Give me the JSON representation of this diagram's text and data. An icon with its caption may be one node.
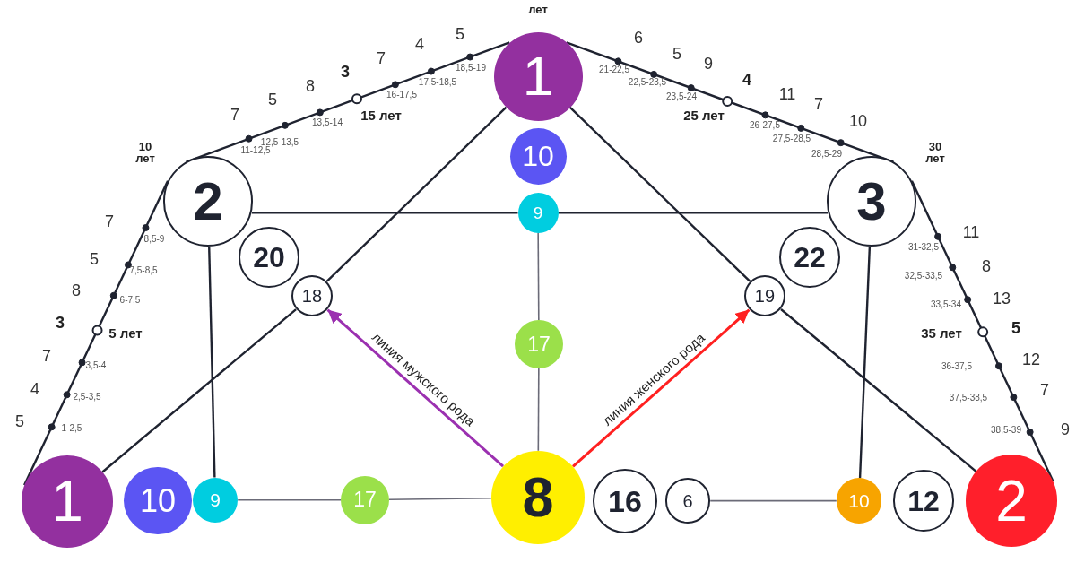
{
  "diagram": {
    "nodes": [
      {
        "text": [
          "1"
        ]
      },
      {
        "text": [
          "10"
        ]
      },
      {
        "text": [
          "9"
        ]
      },
      {
        "text": [
          "2"
        ]
      },
      {
        "text": [
          "3"
        ]
      },
      {
        "text": [
          "20"
        ]
      },
      {
        "text": [
          "22"
        ]
      },
      {
        "text": [
          "18"
        ]
      },
      {
        "text": [
          "19"
        ]
      },
      {
        "text": [
          "17"
        ]
      },
      {
        "text": [
          "1"
        ]
      },
      {
        "text": [
          "10"
        ]
      },
      {
        "text": [
          "9"
        ]
      },
      {
        "text": [
          "17"
        ]
      },
      {
        "text": [
          "8"
        ]
      },
      {
        "text": [
          "16"
        ]
      },
      {
        "text": [
          "6"
        ]
      },
      {
        "text": [
          "10"
        ]
      },
      {
        "text": [
          "12"
        ]
      },
      {
        "text": [
          "2"
        ]
      }
    ],
    "edges": [
      {
        "from": 3,
        "to": 0,
        "arrow": "none"
      },
      {
        "from": 0,
        "to": 4,
        "arrow": "none"
      },
      {
        "from": 10,
        "to": 3,
        "arrow": "none"
      },
      {
        "from": 4,
        "to": 19,
        "arrow": "none"
      },
      {
        "from": 3,
        "to": 2,
        "arrow": "none"
      },
      {
        "from": 2,
        "to": 4,
        "arrow": "none"
      },
      {
        "from": 0,
        "to": 7,
        "arrow": "none"
      },
      {
        "from": 7,
        "to": 10,
        "arrow": "none"
      },
      {
        "from": 0,
        "to": 8,
        "arrow": "none"
      },
      {
        "from": 8,
        "to": 19,
        "arrow": "none"
      },
      {
        "from": 3,
        "to": 12,
        "arrow": "none"
      },
      {
        "from": 4,
        "to": 17,
        "arrow": "none"
      },
      {
        "from": 2,
        "to": 9,
        "arrow": "none",
        "color": "#6b6b78"
      },
      {
        "from": 9,
        "to": 14,
        "arrow": "none",
        "color": "#6b6b78"
      },
      {
        "from": 12,
        "to": 13,
        "arrow": "none",
        "color": "#6b6b78"
      },
      {
        "from": 13,
        "to": 14,
        "arrow": "none",
        "color": "#6b6b78"
      },
      {
        "from": 16,
        "to": 17,
        "arrow": "none",
        "color": "#6b6b78"
      },
      {
        "from": 14,
        "to": 7,
        "arrow": "to",
        "label": "линия мужского рода",
        "color": "#9b30b0"
      },
      {
        "from": 14,
        "to": 8,
        "arrow": "to",
        "label": "линия женского рода",
        "color": "#ff2020"
      }
    ],
    "labels": [
      "лет",
      "10 лет",
      "7",
      "11-12,5",
      "5",
      "12,5-13,5",
      "8",
      "13,5-14",
      "3",
      "15 лет",
      "7",
      "16-17,5",
      "4",
      "17,5-18,5",
      "5",
      "18,5-19",
      "6",
      "21-22,5",
      "5",
      "22,5-23,5",
      "9",
      "23,5-24",
      "4",
      "25 лет",
      "11",
      "26-27,5",
      "7",
      "27,5-28,5",
      "10",
      "28,5-29",
      "30 лет",
      "7",
      "8,5-9",
      "5",
      "7,5-8,5",
      "8",
      "6-7,5",
      "3",
      "5 лет",
      "7",
      "3,5-4",
      "4",
      "2,5-3,5",
      "5",
      "1-2,5",
      "11",
      "31-32,5",
      "8",
      "32,5-33,5",
      "13",
      "33,5-34",
      "5",
      "35 лет",
      "12",
      "36-37,5",
      "7",
      "37,5-38,5",
      "9",
      "38,5-39"
    ]
  }
}
